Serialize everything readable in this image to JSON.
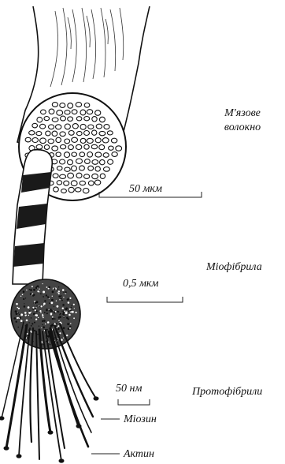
{
  "labels": {
    "muscle_fiber_line1": "М'язове",
    "muscle_fiber_line2": "волокно",
    "myofibril": "Міофібрила",
    "protofibrils": "Протофібрили",
    "myosin": "Міозин",
    "actin": "Актин"
  },
  "scale_bars": {
    "fiber": "50 мкм",
    "myofibril": "0,5 мкм",
    "protofibril": "50 нм"
  }
}
